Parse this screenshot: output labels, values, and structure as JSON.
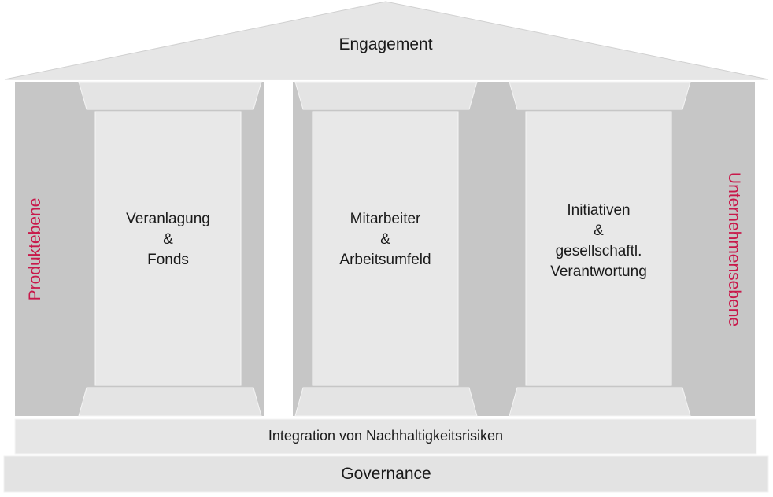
{
  "roof": {
    "label": "Engagement"
  },
  "pillars": [
    {
      "lines": [
        "Veranlagung",
        "&",
        "Fonds"
      ]
    },
    {
      "lines": [
        "Mitarbeiter",
        "&",
        "Arbeitsumfeld"
      ]
    },
    {
      "lines": [
        "Initiativen",
        "&",
        "gesellschaftl.",
        "Verantwortung"
      ]
    }
  ],
  "side_labels": {
    "left": "Produktebene",
    "right": "Unternehmensebene"
  },
  "foundation": {
    "upper": "Integration von Nachhaltigkeitsrisiken",
    "lower": "Governance"
  },
  "colors": {
    "accent": "#c8184a",
    "panel_dark": "#c6c6c6",
    "pillar_light": "#e8e8e8",
    "capital": "#e4e4e4"
  }
}
